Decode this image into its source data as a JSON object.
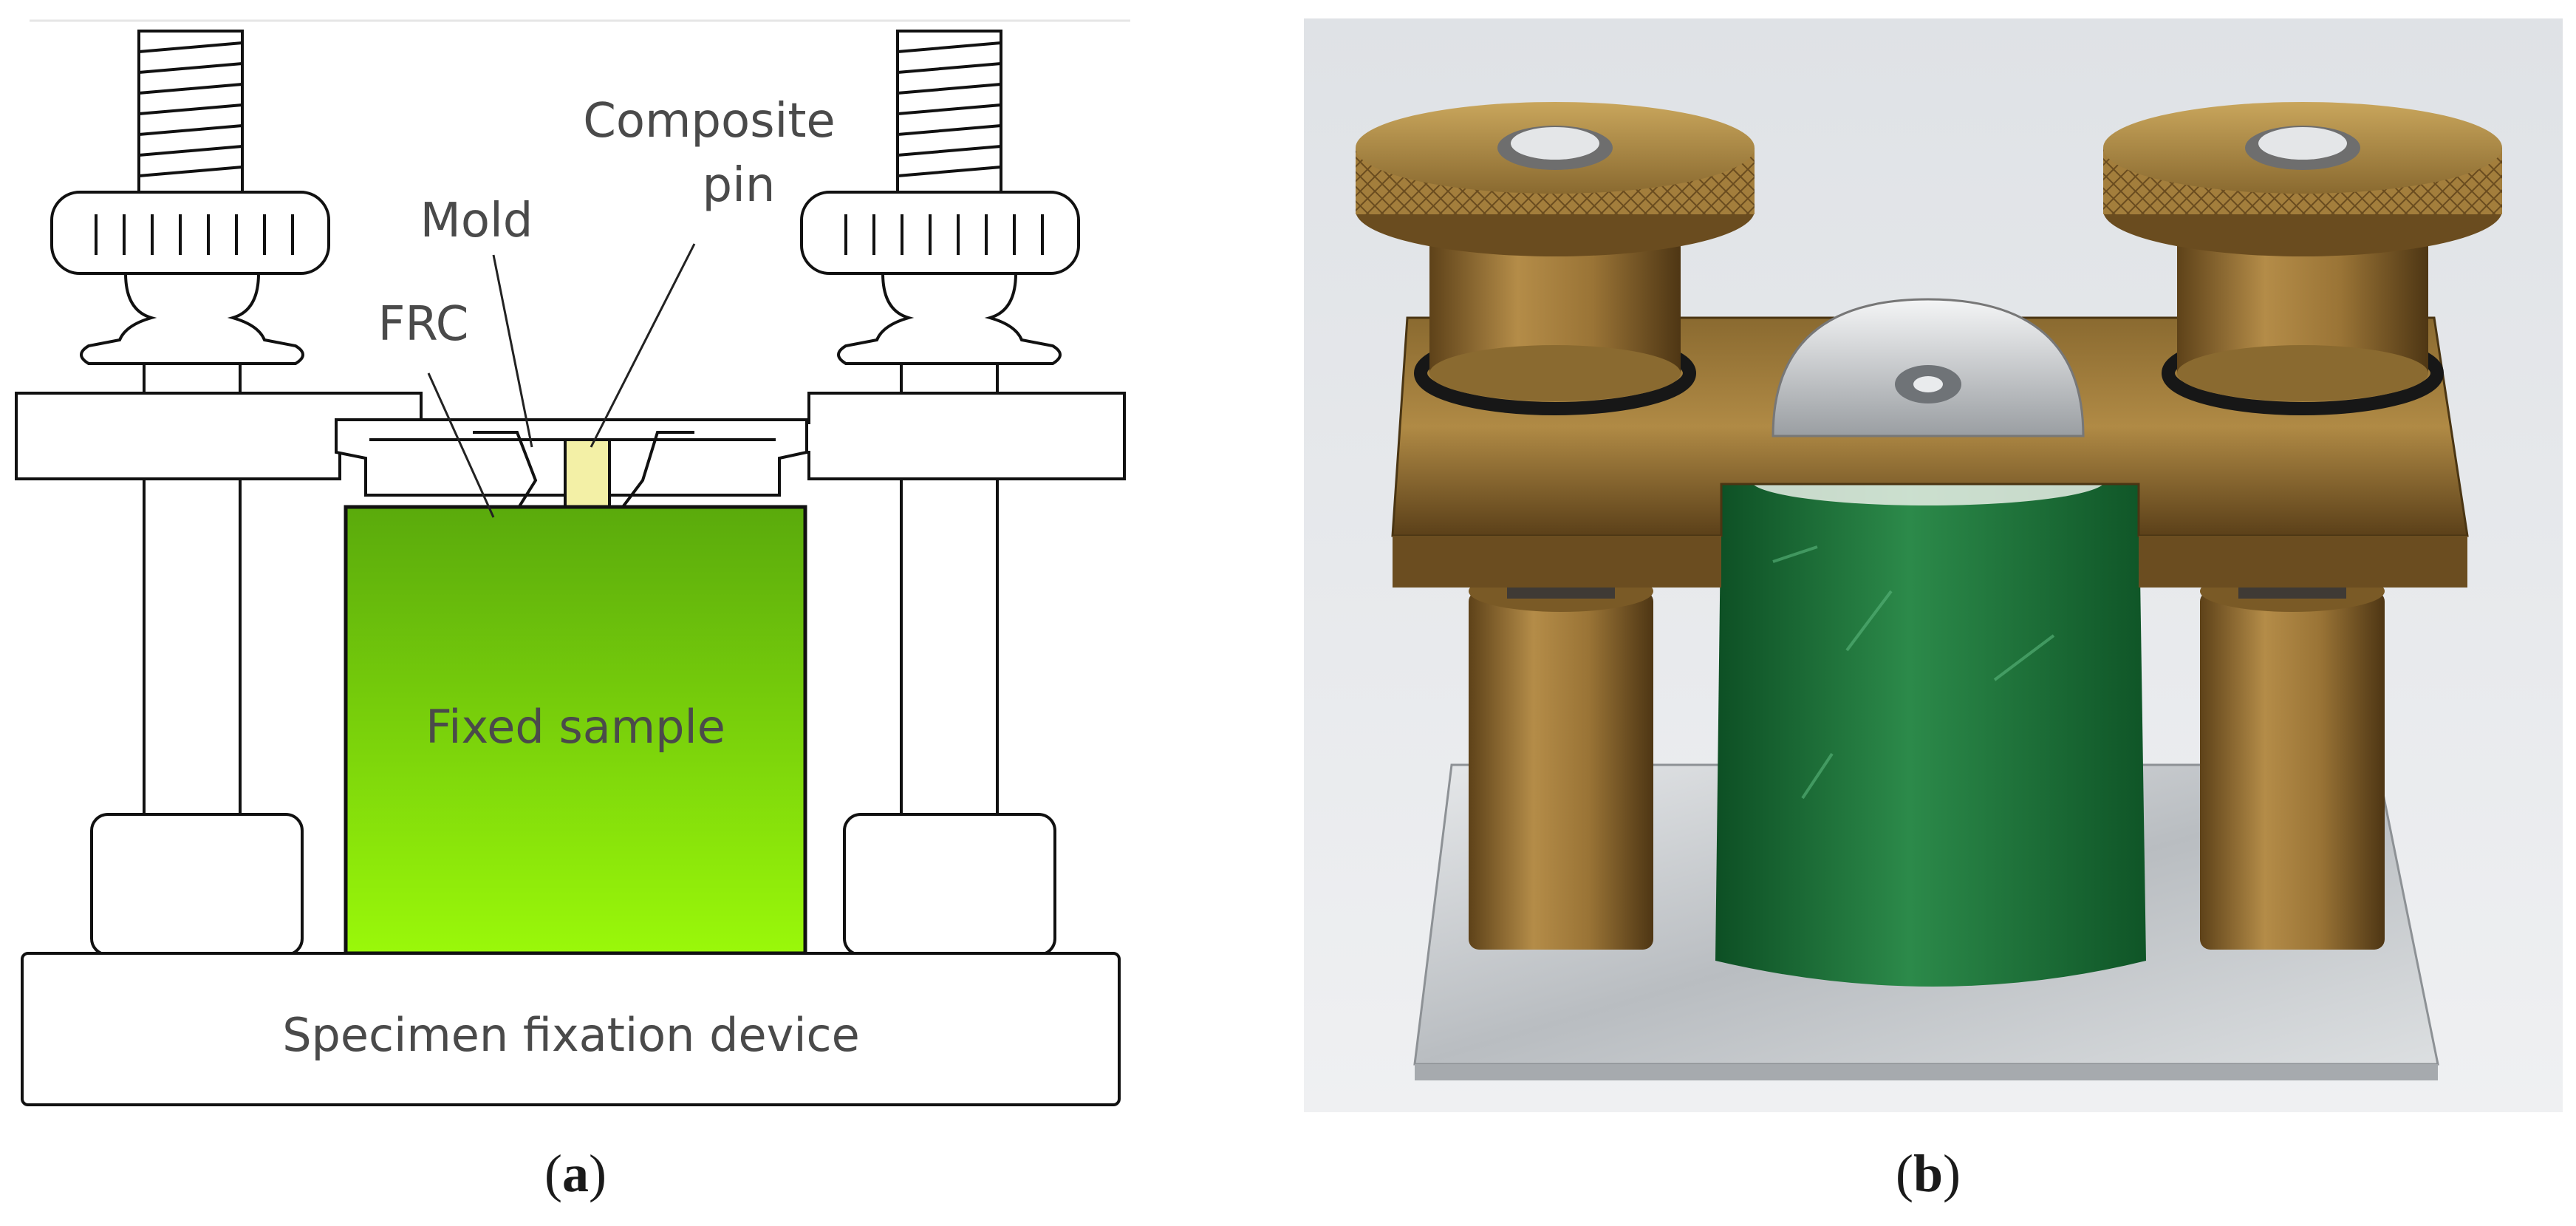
{
  "panel_a": {
    "label_open": "(",
    "label_letter": "a",
    "label_close": ")",
    "callouts": {
      "composite_line1": "Composite",
      "composite_line2": "pin",
      "mold": "Mold",
      "frc": "FRC"
    },
    "fixed_sample": "Fixed sample",
    "base": "Specimen fixation device",
    "colors": {
      "sample_top": "#5aaa0c",
      "sample_bottom": "#9af80a",
      "frc_fill": "#fbf8c8",
      "pin_fill": "#f3f0a6",
      "outline": "#111111"
    }
  },
  "panel_b": {
    "label_open": "(",
    "label_letter": "b",
    "label_close": ")",
    "colors": {
      "brass": "#a8823e",
      "brass_dark": "#6e4f22",
      "sample_green": "#1f7a3e",
      "plate": "#cfd2d4",
      "background": "#e7e9ec"
    }
  }
}
